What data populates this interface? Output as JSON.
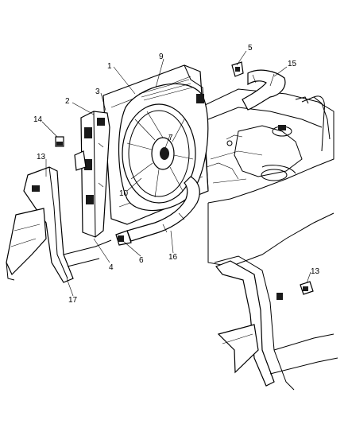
{
  "diagram": {
    "callouts": {
      "c1": "1",
      "c2": "2",
      "c3": "3",
      "c4": "4",
      "c5": "5",
      "c6": "6",
      "c7": "7",
      "c9": "9",
      "c10": "10",
      "c13a": "13",
      "c13b": "13",
      "c14": "14",
      "c15": "15",
      "c16": "16",
      "c17": "17"
    },
    "components": [
      "radiator",
      "fan-shroud",
      "cooling-fan",
      "upper-radiator-hose",
      "lower-radiator-hose",
      "radiator-support-bracket",
      "coolant-reservoir-bracket",
      "bolt"
    ]
  }
}
